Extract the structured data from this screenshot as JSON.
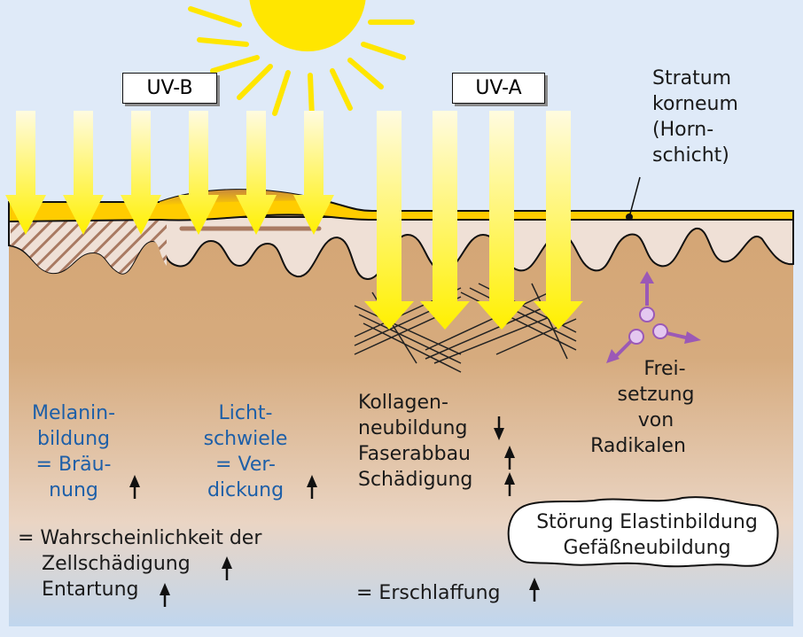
{
  "labels": {
    "uvb": "UV-B",
    "uva": "UV-A",
    "stratum": [
      "Stratum",
      "korneum",
      "(Horn-",
      "schicht)"
    ],
    "melanin": [
      "Melanin-",
      "bildung",
      "= Bräu-",
      "nung"
    ],
    "licht": [
      "Licht-",
      "schwiele",
      "= Ver-",
      "dickung"
    ],
    "kollagen": [
      "Kollagen-",
      "neubildung",
      "Faserabbau",
      "Schädigung"
    ],
    "radikale": [
      "Frei-",
      "setzung",
      "von",
      "Radikalen"
    ],
    "wahrscheinlichkeit": [
      "= Wahrscheinlichkeit der",
      "Zellschädigung",
      "Entartung"
    ],
    "erschlaffung": "= Erschlaffung",
    "cloud": [
      "Störung Elastinbildung",
      "Gefäßneubildung"
    ]
  },
  "colors": {
    "sky": "#dfeaf8",
    "sun": "#ffe600",
    "dermis": "#d4a574",
    "epidermis": "#efe0d6",
    "stratum": "#ffcc00",
    "blue_text": "#1d5fa8",
    "radical": "#9b59b6"
  }
}
